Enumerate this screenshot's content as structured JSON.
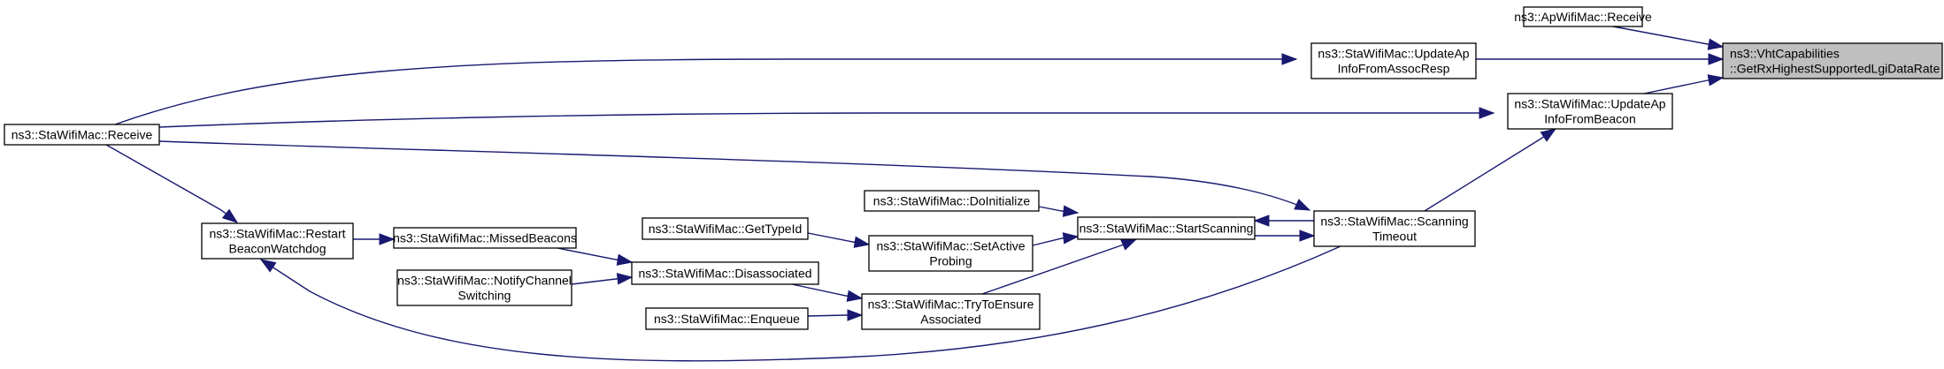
{
  "diagram": {
    "type": "call-graph",
    "edge_color": "#191970",
    "highlight_fill": "#bfbfbf",
    "nodes": [
      {
        "id": "target",
        "lines": [
          "ns3::VhtCapabilities",
          "::GetRxHighestSupportedLgiDataRate"
        ],
        "highlight": true,
        "align": "left"
      },
      {
        "id": "ap_receive",
        "lines": [
          "ns3::ApWifiMac::Receive"
        ]
      },
      {
        "id": "update_assoc",
        "lines": [
          "ns3::StaWifiMac::UpdateAp",
          "InfoFromAssocResp"
        ]
      },
      {
        "id": "update_beacon",
        "lines": [
          "ns3::StaWifiMac::UpdateAp",
          "InfoFromBeacon"
        ]
      },
      {
        "id": "sta_receive",
        "lines": [
          "ns3::StaWifiMac::Receive"
        ]
      },
      {
        "id": "scanning_timeout",
        "lines": [
          "ns3::StaWifiMac::Scanning",
          "Timeout"
        ]
      },
      {
        "id": "start_scanning",
        "lines": [
          "ns3::StaWifiMac::StartScanning"
        ]
      },
      {
        "id": "do_initialize",
        "lines": [
          "ns3::StaWifiMac::DoInitialize"
        ]
      },
      {
        "id": "set_active_probing",
        "lines": [
          "ns3::StaWifiMac::SetActive",
          "Probing"
        ]
      },
      {
        "id": "get_type_id",
        "lines": [
          "ns3::StaWifiMac::GetTypeId"
        ]
      },
      {
        "id": "try_to_ensure",
        "lines": [
          "ns3::StaWifiMac::TryToEnsure",
          "Associated"
        ]
      },
      {
        "id": "disassociated",
        "lines": [
          "ns3::StaWifiMac::Disassociated"
        ]
      },
      {
        "id": "enqueue",
        "lines": [
          "ns3::StaWifiMac::Enqueue"
        ]
      },
      {
        "id": "missed_beacons",
        "lines": [
          "ns3::StaWifiMac::MissedBeacons"
        ]
      },
      {
        "id": "notify_channel",
        "lines": [
          "ns3::StaWifiMac::NotifyChannel",
          "Switching"
        ]
      },
      {
        "id": "restart_watchdog",
        "lines": [
          "ns3::StaWifiMac::Restart",
          "BeaconWatchdog"
        ]
      }
    ],
    "edges": [
      {
        "from": "ap_receive",
        "to": "target"
      },
      {
        "from": "update_assoc",
        "to": "target"
      },
      {
        "from": "update_beacon",
        "to": "target"
      },
      {
        "from": "sta_receive",
        "to": "update_assoc"
      },
      {
        "from": "sta_receive",
        "to": "update_beacon"
      },
      {
        "from": "sta_receive",
        "to": "scanning_timeout"
      },
      {
        "from": "sta_receive",
        "to": "restart_watchdog"
      },
      {
        "from": "scanning_timeout",
        "to": "update_beacon"
      },
      {
        "from": "scanning_timeout",
        "to": "start_scanning"
      },
      {
        "from": "start_scanning",
        "to": "scanning_timeout"
      },
      {
        "from": "scanning_timeout",
        "to": "restart_watchdog"
      },
      {
        "from": "do_initialize",
        "to": "start_scanning"
      },
      {
        "from": "set_active_probing",
        "to": "start_scanning"
      },
      {
        "from": "try_to_ensure",
        "to": "start_scanning"
      },
      {
        "from": "get_type_id",
        "to": "set_active_probing"
      },
      {
        "from": "disassociated",
        "to": "try_to_ensure"
      },
      {
        "from": "enqueue",
        "to": "try_to_ensure"
      },
      {
        "from": "missed_beacons",
        "to": "disassociated"
      },
      {
        "from": "notify_channel",
        "to": "disassociated"
      },
      {
        "from": "restart_watchdog",
        "to": "missed_beacons"
      }
    ]
  }
}
